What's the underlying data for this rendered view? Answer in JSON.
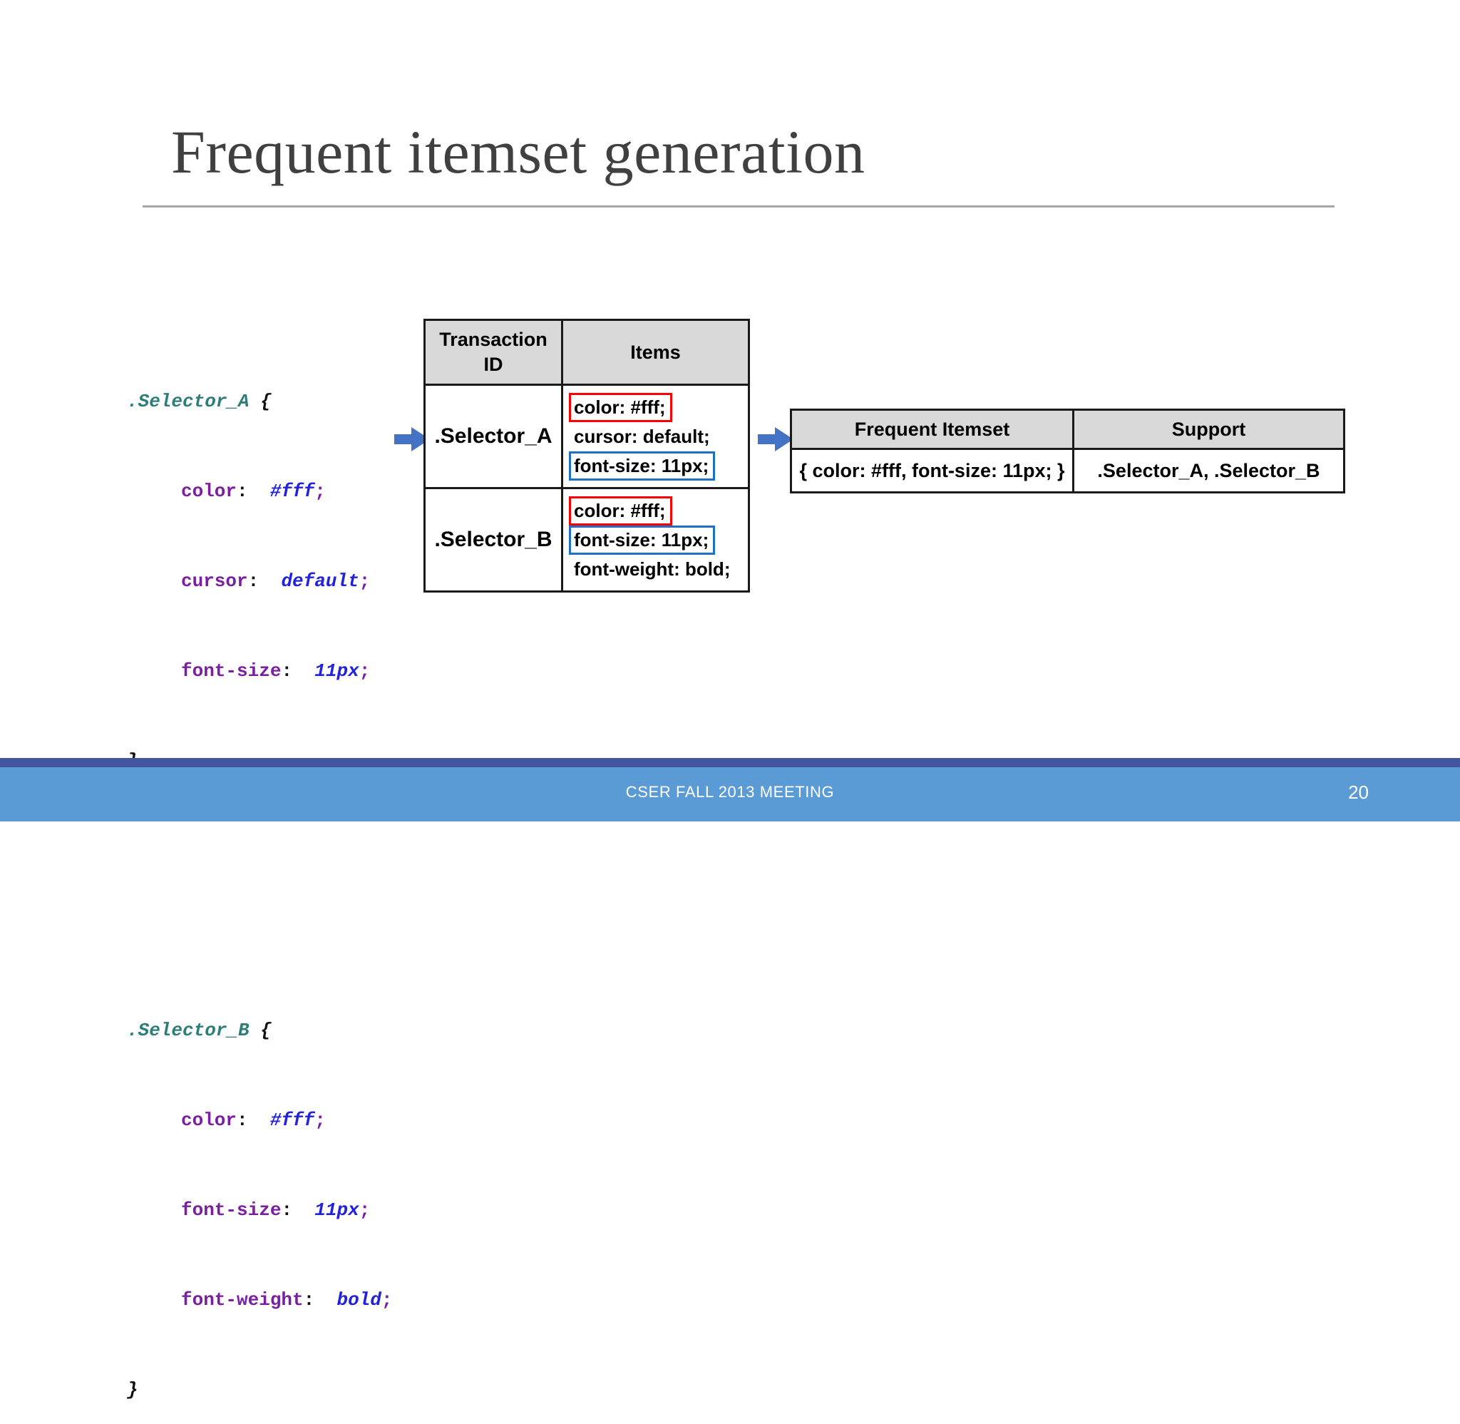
{
  "slide": {
    "title": "Frequent itemset generation",
    "background_color": "#ffffff",
    "title_color": "#404040",
    "rule_color": "#a6a6a6"
  },
  "code_block": {
    "accent_colors": {
      "selector": "#2e7d78",
      "property": "#7b1fa2",
      "value": "#2222dd",
      "brace": "#111111"
    },
    "rules": [
      {
        "selector": ".Selector_A",
        "open_brace": "{",
        "close_brace": "}",
        "declarations": [
          {
            "property": "color",
            "colon": ":",
            "value": "#fff",
            "semicolon": ";"
          },
          {
            "property": "cursor",
            "colon": ":",
            "value": "default",
            "semicolon": ";"
          },
          {
            "property": "font-size",
            "colon": ":",
            "value": "11px",
            "semicolon": ";"
          }
        ]
      },
      {
        "selector": ".Selector_B",
        "open_brace": "{",
        "close_brace": "}",
        "declarations": [
          {
            "property": "color",
            "colon": ":",
            "value": "#fff",
            "semicolon": ";"
          },
          {
            "property": "font-size",
            "colon": ":",
            "value": "11px",
            "semicolon": ";"
          },
          {
            "property": "font-weight",
            "colon": ":",
            "value": "bold",
            "semicolon": ";"
          }
        ]
      }
    ]
  },
  "arrows": {
    "icon": "right-arrow-icon",
    "color": "#4472c4",
    "count": 2
  },
  "transaction_table": {
    "header_bg": "#d9d9d9",
    "border_color": "#1a1a1a",
    "headers": [
      "Transaction ID",
      "Items"
    ],
    "header_tid_line1": "Transaction",
    "header_tid_line2": "ID",
    "header_items": "Items",
    "rows": [
      {
        "tid": ".Selector_A",
        "items": [
          {
            "text": "color: #fff;",
            "highlight": "red"
          },
          {
            "text": "cursor: default;",
            "highlight": "none"
          },
          {
            "text": "font-size: 11px;",
            "highlight": "blue"
          }
        ]
      },
      {
        "tid": ".Selector_B",
        "items": [
          {
            "text": "color: #fff;",
            "highlight": "red"
          },
          {
            "text": "font-size: 11px;",
            "highlight": "blue"
          },
          {
            "text": "font-weight: bold;",
            "highlight": "none"
          }
        ]
      }
    ],
    "highlight_colors": {
      "red": "#ff0000",
      "blue": "#1f6fc4"
    }
  },
  "itemset_table": {
    "header_bg": "#d9d9d9",
    "border_color": "#1a1a1a",
    "headers": [
      "Frequent Itemset",
      "Support"
    ],
    "rows": [
      {
        "itemset": "{ color: #fff, font-size: 11px; }",
        "support": ".Selector_A, .Selector_B"
      }
    ]
  },
  "footer": {
    "text": "CSER FALL 2013 MEETING",
    "page_number": "20",
    "bar_color": "#5b9bd5",
    "stripe_color": "#44549e",
    "text_color": "#ffffff"
  }
}
